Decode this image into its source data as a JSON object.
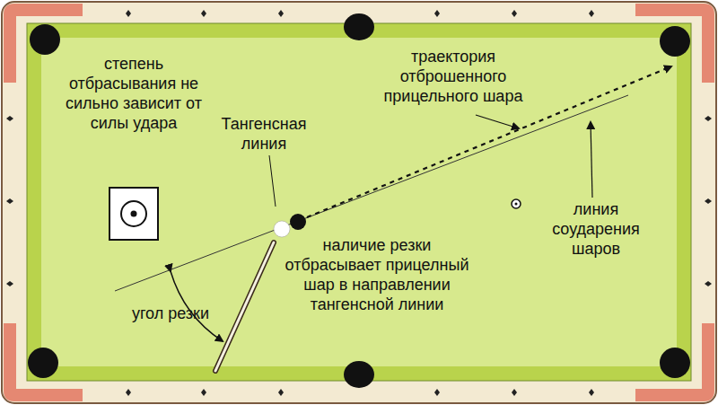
{
  "diagram": {
    "labels": [
      "степень отбрасывания не сильно зависит от силы удара",
      "Тангенсная линия",
      "траектория отброшенного прицельного шара",
      "линия соударения шаров",
      "наличие резки отбрасывает прицелный шар в направлении тангенсной линии",
      "угол резки"
    ]
  }
}
